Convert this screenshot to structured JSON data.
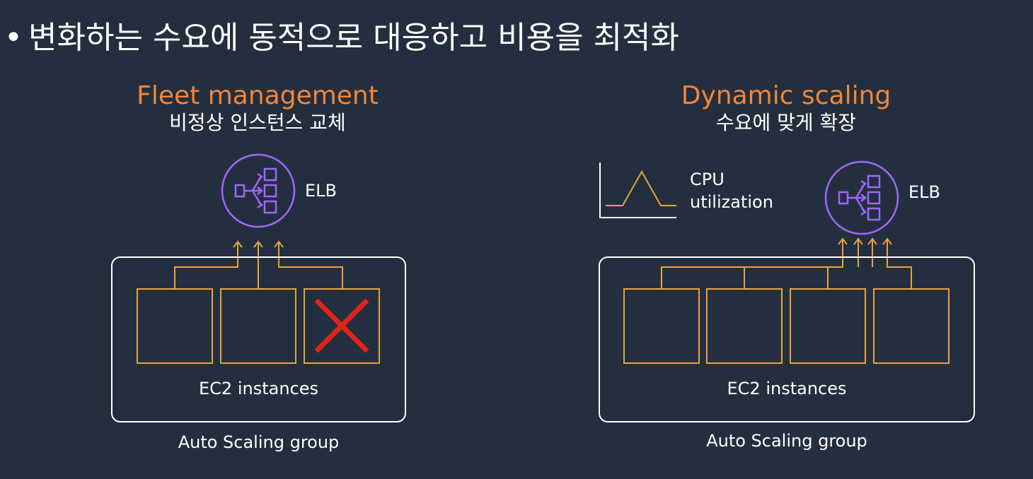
{
  "bullet": {
    "marker": "•",
    "text": "변화하는 수요에 동적으로 대응하고 비용을 최적화"
  },
  "panels": [
    {
      "title": "Fleet management",
      "subtitle": "비정상 인스턴스 교체",
      "elb_label": "ELB",
      "instances_label": "EC2 instances",
      "group_label": "Auto Scaling group",
      "instance_count": 3,
      "failed_instance_index": 2
    },
    {
      "title": "Dynamic scaling",
      "subtitle": "수요에 맞게 확장",
      "elb_label": "ELB",
      "metric_label_line1": "CPU",
      "metric_label_line2": "utilization",
      "instances_label": "EC2 instances",
      "group_label": "Auto Scaling group",
      "instance_count": 4
    }
  ],
  "colors": {
    "background": "#232f3e",
    "accent_orange": "#f58536",
    "instance_border": "#e8a33d",
    "elb_purple": "#a166ff",
    "failure_red": "#e0241b",
    "text": "#ffffff",
    "group_border": "#ffffff"
  },
  "icons": {
    "elb": "load-balancer-icon",
    "failed": "x-icon",
    "metric": "cpu-spike-chart-icon"
  }
}
